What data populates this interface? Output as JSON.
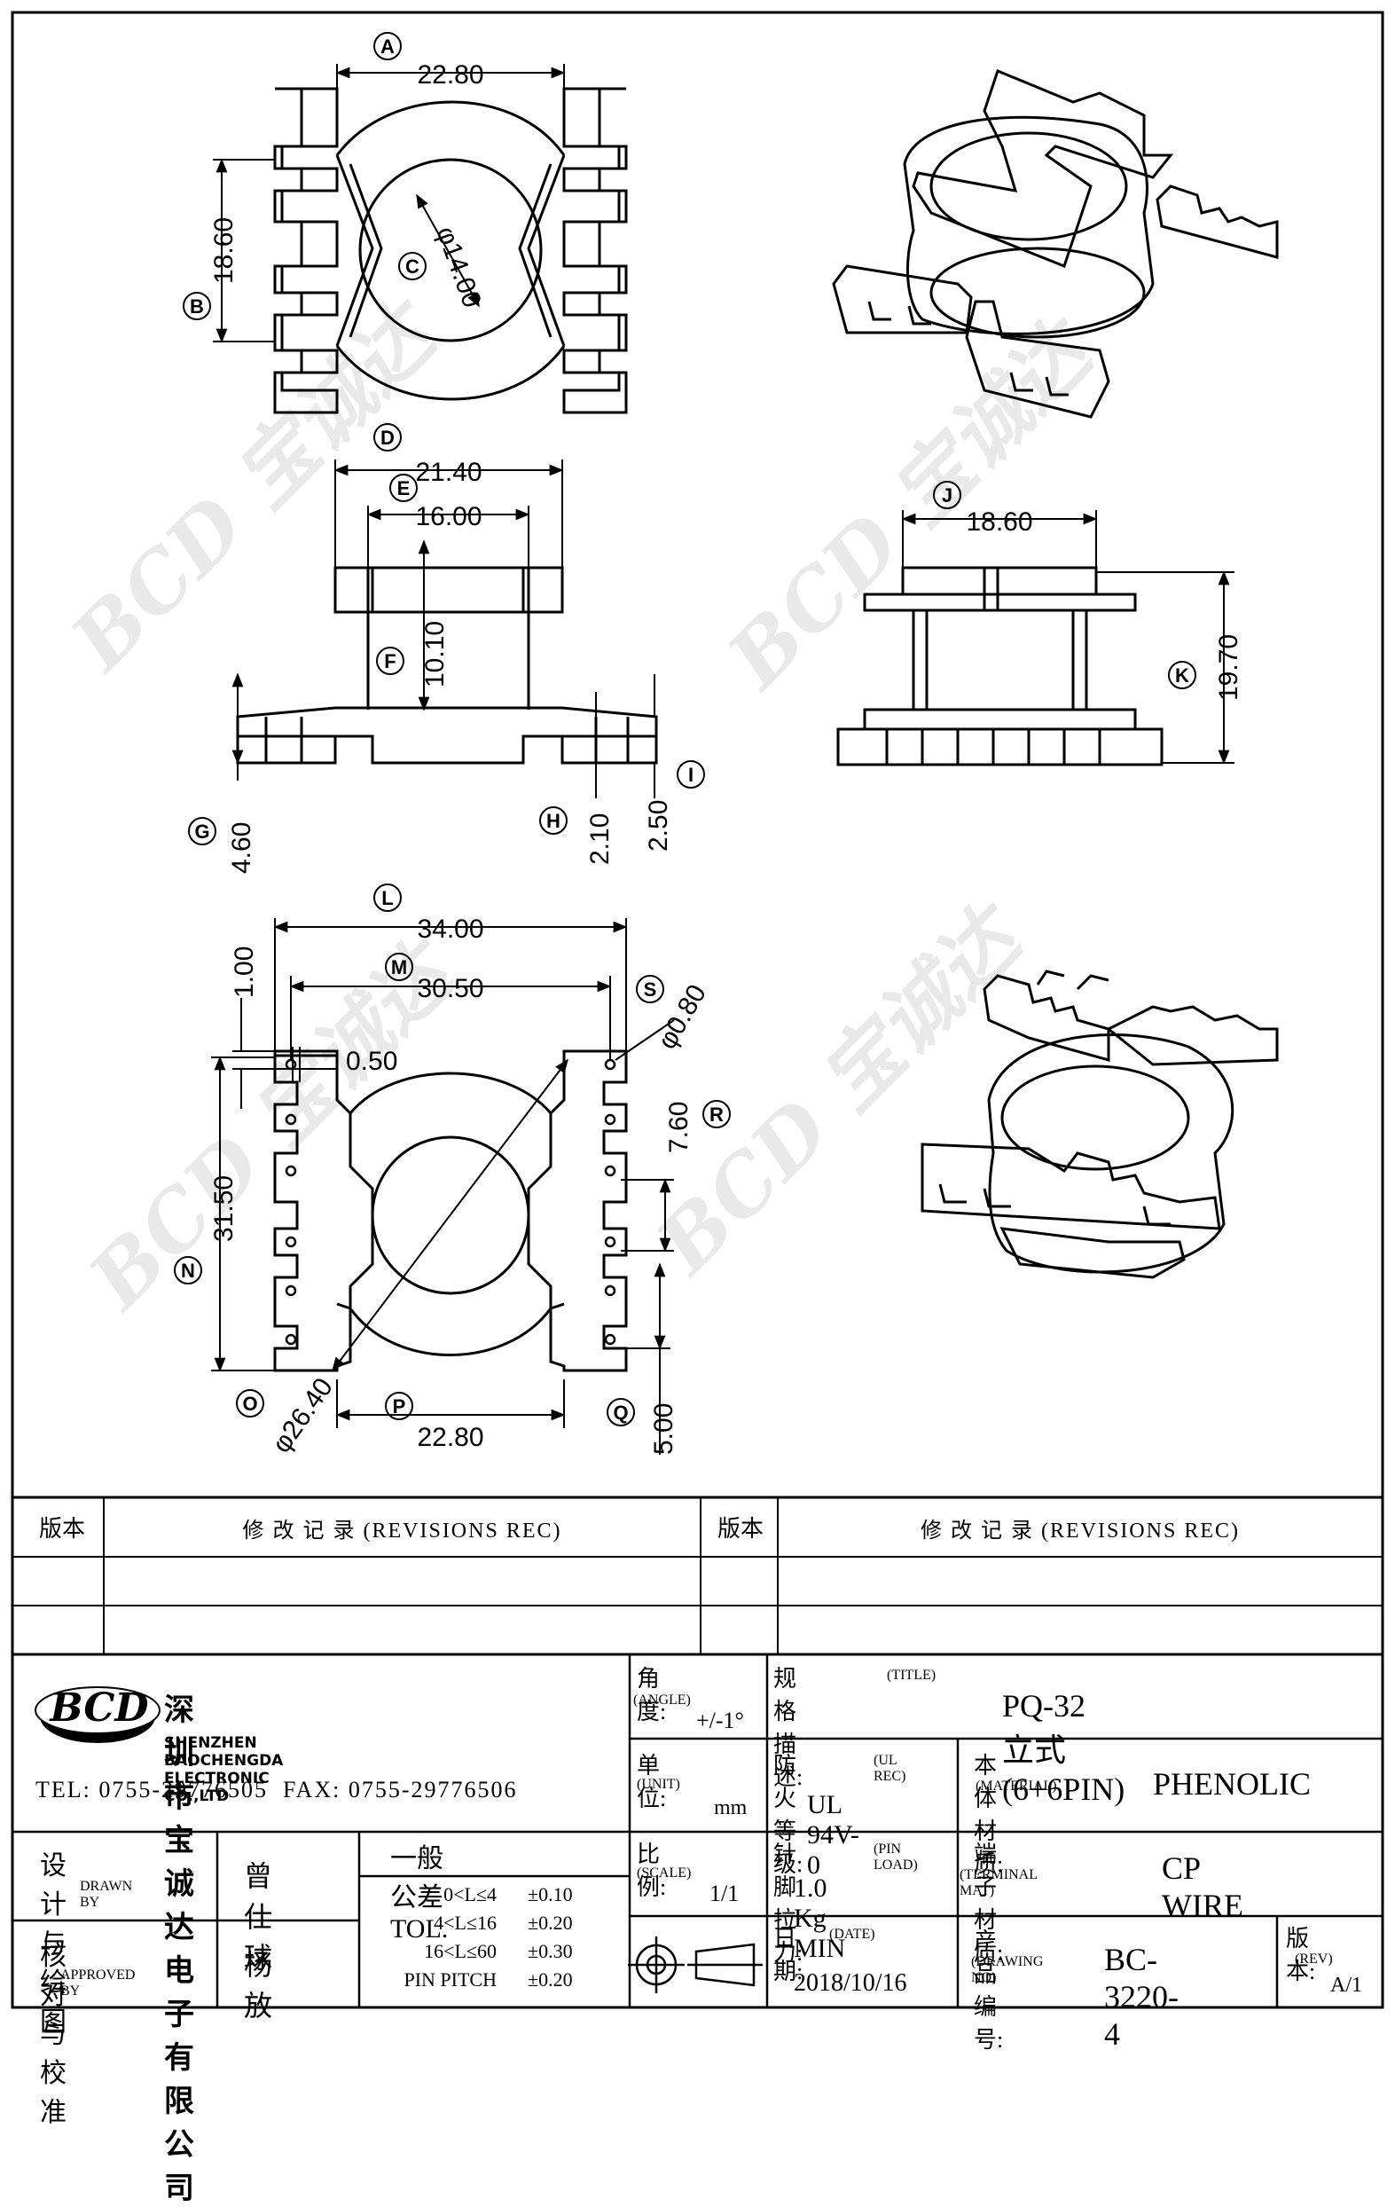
{
  "drawing": {
    "top_view": {
      "dim_A": {
        "label": "A",
        "value": "22.80"
      },
      "dim_B": {
        "label": "B",
        "value": "18.60"
      },
      "dim_C": {
        "label": "C",
        "value": "φ14.00"
      }
    },
    "front_view": {
      "dim_D": {
        "label": "D",
        "value": "21.40"
      },
      "dim_E": {
        "label": "E",
        "value": "16.00"
      },
      "dim_F": {
        "label": "F",
        "value": "10.10"
      },
      "dim_G": {
        "label": "G",
        "value": "4.60"
      },
      "dim_H": {
        "label": "H",
        "value": "2.10"
      },
      "dim_I": {
        "label": "I",
        "value": "2.50"
      }
    },
    "side_view": {
      "dim_J": {
        "label": "J",
        "value": "18.60"
      },
      "dim_K": {
        "label": "K",
        "value": "19.70"
      }
    },
    "bottom_view": {
      "dim_L": {
        "label": "L",
        "value": "34.00"
      },
      "dim_M": {
        "label": "M",
        "value": "30.50"
      },
      "dim_N": {
        "label": "N",
        "value": "31.50"
      },
      "dim_O": {
        "label": "O",
        "value": "φ26.40"
      },
      "dim_P": {
        "label": "P",
        "value": "22.80"
      },
      "dim_Q": {
        "label": "Q",
        "value": "5.00"
      },
      "dim_R": {
        "label": "R",
        "value": "7.60"
      },
      "dim_S": {
        "label": "S",
        "value": "φ0.80"
      },
      "dim_100": "1.00",
      "dim_050": "0.50"
    },
    "watermark": "BCD 宝诚达"
  },
  "revisions": {
    "ver_header_left": "版本",
    "rec_header_left": "修 改 记 录 (REVISIONS REC)",
    "ver_header_right": "版本",
    "rec_header_right": "修 改 记 录 (REVISIONS REC)"
  },
  "title_block": {
    "logo_text": "BCD",
    "company_cn": "深圳市宝诚达电子有限公司",
    "company_en": "SHENZHEN BAOCHENGDA ELECTRONIC CO.,LTD",
    "tel_fax": "TEL: 0755-29776505  FAX: 0755-29776506",
    "angle_label": "角度:",
    "angle_label_en": "(ANGLE)",
    "angle_value": "+/-1°",
    "title_label": "规格描述:",
    "title_label_en": "(TITLE)",
    "title_value": "PQ-32 立式(6+6PIN)",
    "unit_label": "单位:",
    "unit_label_en": "(UNIT)",
    "unit_value": "mm",
    "ul_label": "防火等级:",
    "ul_label_en": "(UL REC)",
    "ul_value": "UL 94V-0",
    "material_label": "本体材质:",
    "material_label_en": "(MATERIAL)",
    "material_value": "PHENOLIC",
    "drawn_label": "设计与绘图",
    "drawn_label_en": "DRAWN BY",
    "drawn_value": "曾仕球",
    "tol_header": "一般公差 TOL.",
    "tol_rows": [
      {
        "range": "0<L≤4",
        "tol": "±0.10"
      },
      {
        "range": "4<L≤16",
        "tol": "±0.20"
      },
      {
        "range": "16<L≤60",
        "tol": "±0.30"
      },
      {
        "range": "PIN PITCH",
        "tol": "±0.20"
      }
    ],
    "scale_label": "比例:",
    "scale_label_en": "(SCALE)",
    "scale_value": "1/1",
    "pin_label": "针脚拉力:",
    "pin_label_en": "(PIN LOAD)",
    "pin_value": "1.0 Kg MIN",
    "terminal_label": "端子材质:",
    "terminal_label_en": "(TERMINAL MAT)",
    "terminal_value": "CP WIRE",
    "approved_label": "核对与校准",
    "approved_label_en": "APPROVED BY",
    "approved_value": "杨 放",
    "date_label": "日期:",
    "date_label_en": "(DATE)",
    "date_value": "2018/10/16",
    "drawing_no_label": "产品编号:",
    "drawing_no_label_en": "(DRAWING NO)",
    "drawing_no_value": "BC-3220-4",
    "rev_label": "版本:",
    "rev_label_en": "(REV)",
    "rev_value": "A/1"
  }
}
